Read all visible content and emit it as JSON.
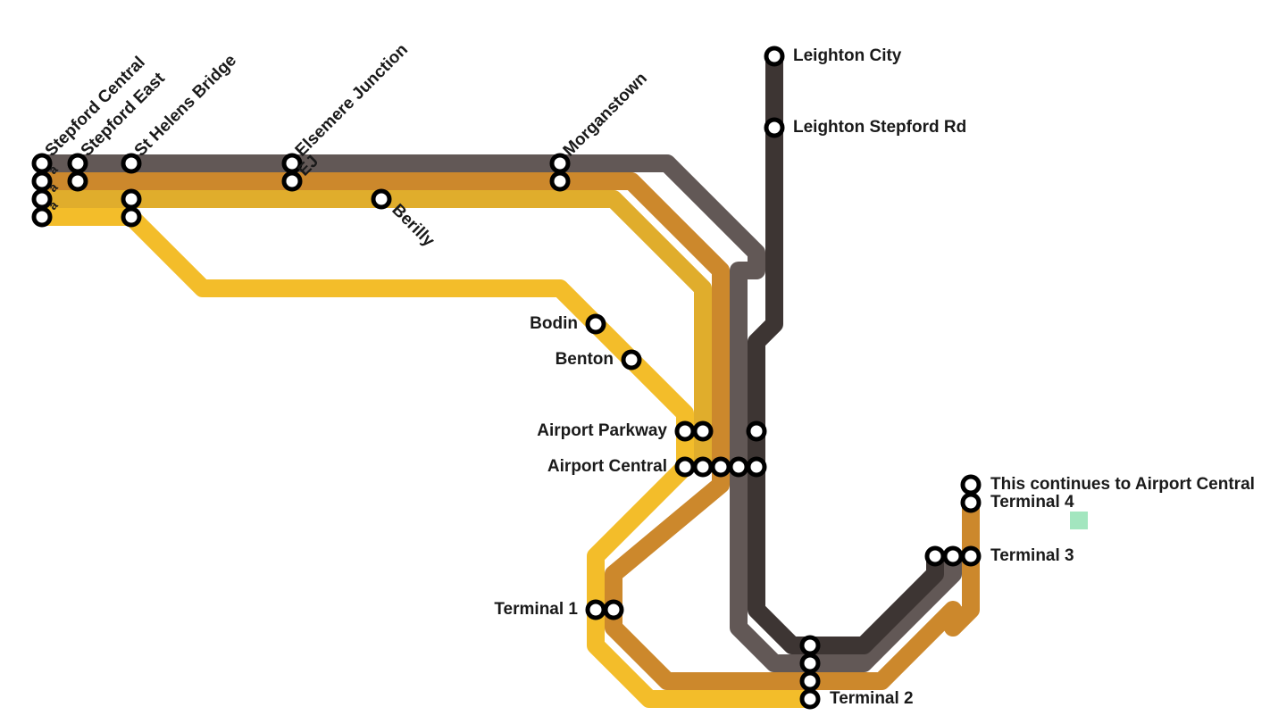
{
  "lines": [
    {
      "name": "",
      "color": "#f3bd2a"
    },
    {
      "name": "",
      "color": "#e0ad2c"
    },
    {
      "name": "",
      "color": "#cc882c"
    },
    {
      "name": "",
      "color": "#625856"
    },
    {
      "name": "",
      "color": "#3d3533"
    }
  ],
  "stations": {
    "leighton_city": "Leighton City",
    "leighton_stepford_rd": "Leighton Stepford Rd",
    "stepford_central": "Stepford Central",
    "stepford_east": "Stepford East",
    "st_helens_bridge": "St Helens Bridge",
    "elsemere_junction": "Elsemere Junction",
    "elsemere_abbrev": "EJ",
    "morganstown": "Morganstown",
    "berilly": "Berilly",
    "bodin": "Bodin",
    "benton": "Benton",
    "airport_parkway": "Airport Parkway",
    "airport_central": "Airport Central",
    "terminal_1": "Terminal 1",
    "terminal_2": "Terminal 2",
    "terminal_3": "Terminal 3",
    "terminal_4": "Terminal 4",
    "continues_note": "This continues to Airport Central"
  },
  "platform_marks": [
    "a",
    "a",
    "a"
  ]
}
